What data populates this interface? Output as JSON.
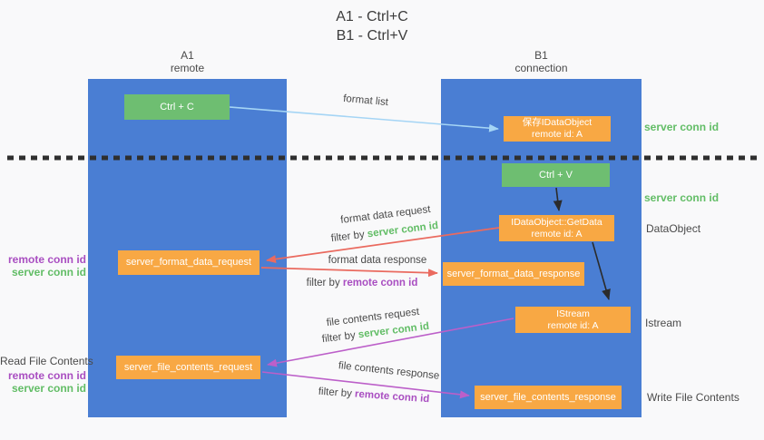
{
  "title": {
    "line1": "A1 - Ctrl+C",
    "line2": "B1 - Ctrl+V"
  },
  "columns": {
    "a1": {
      "name": "A1",
      "role": "remote"
    },
    "b1": {
      "name": "B1",
      "role": "connection"
    }
  },
  "nodes": {
    "ctrl_c": {
      "label": "Ctrl + C"
    },
    "save_idataobject": {
      "line1": "保存IDataObject",
      "line2": "remote id: A"
    },
    "ctrl_v": {
      "label": "Ctrl + V"
    },
    "getdata": {
      "line1": "IDataObject::GetData",
      "line2": "remote id: A"
    },
    "server_format_data_request": {
      "label": "server_format_data_request"
    },
    "server_format_data_response": {
      "label": "server_format_data_response"
    },
    "istream": {
      "line1": "IStream",
      "line2": "remote id: A"
    },
    "server_file_contents_request": {
      "label": "server_file_contents_request"
    },
    "server_file_contents_response": {
      "label": "server_file_contents_response"
    }
  },
  "flows": {
    "format_list": {
      "label": "format list"
    },
    "format_data_request": {
      "label": "format data request",
      "filter_prefix": "filter by",
      "filter_key": "server conn id"
    },
    "format_data_response": {
      "label": "format data response",
      "filter_prefix": "filter by",
      "filter_key": "remote conn id"
    },
    "file_contents_request": {
      "label": "file contents request",
      "filter_prefix": "filter by",
      "filter_key": "server conn id"
    },
    "file_contents_response": {
      "label": "file contents response",
      "filter_prefix": "filter by",
      "filter_key": "remote conn id"
    }
  },
  "side_labels": {
    "left_format_remote": "remote conn id",
    "left_format_server": "server conn id",
    "left_read_title": "Read File Contents",
    "left_file_remote": "remote conn id",
    "left_file_server": "server conn id",
    "right_server_conn_top": "server conn id",
    "right_server_conn_mid": "server conn id",
    "right_dataobject": "DataObject",
    "right_istream": "Istream",
    "right_write_title": "Write File Contents"
  },
  "colors": {
    "column_blue": "#4a7ed3",
    "box_green": "#6ebe71",
    "box_orange": "#f8a844",
    "arrow_light_blue": "#a5d5f5",
    "arrow_red": "#ea6a5f",
    "arrow_magenta": "#bc5fc9",
    "arrow_black": "#2b2b2b",
    "text_green": "#62bd66",
    "text_purple": "#a94ec1",
    "text_dark": "#4a4a4a"
  }
}
